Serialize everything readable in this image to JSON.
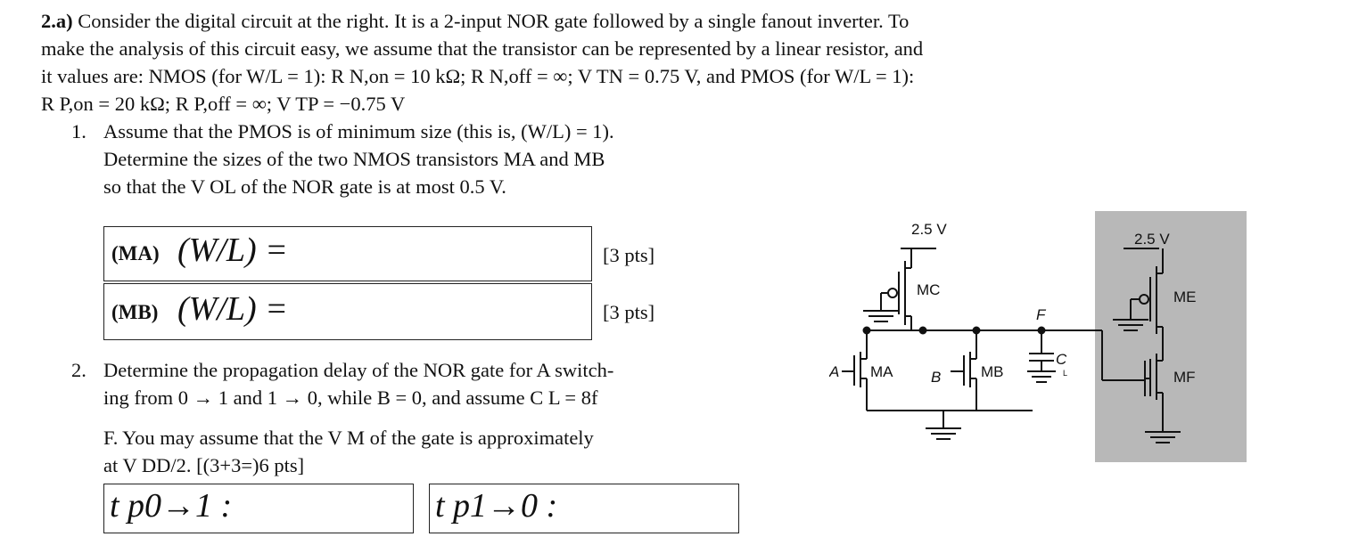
{
  "problem": {
    "label": "2.a)",
    "intro_line1": "Consider the digital circuit at the right. It is a 2-input NOR gate followed by a single fanout inverter. To",
    "intro_line2": "make the analysis of this circuit easy, we assume that the transistor can be represented by a linear resistor, and",
    "intro_line3": "it values are: NMOS (for W/L = 1): R N,on = 10 kΩ; R N,off = ∞; V TN = 0.75 V, and PMOS (for W/L = 1):",
    "intro_line4": "R P,on = 20 kΩ; R P,off = ∞; V TP = −0.75 V"
  },
  "item1": {
    "number": "1.",
    "line1": "Assume that the PMOS is of minimum size (this is, (W/L) = 1).",
    "line2": "Determine the sizes of the two NMOS transistors MA and MB",
    "line3": "so that the V OL of the NOR gate is at most 0.5 V."
  },
  "answers1": [
    {
      "tag": "(MA)",
      "expr": "(W/L) =",
      "pts": "[3 pts]"
    },
    {
      "tag": "(MB)",
      "expr": "(W/L) =",
      "pts": "[3 pts]"
    }
  ],
  "item2": {
    "number": "2.",
    "line1": "Determine the propagation delay of the NOR gate for A switch-",
    "line2": "ing from 0 → 1 and 1 → 0, while B = 0, and assume C L = 8f",
    "line3": "F. You may assume that the V M of the gate is approximately",
    "line4": "at V DD/2. [(3+3=)6 pts]"
  },
  "answers2": [
    {
      "expr": "t p0→1 :"
    },
    {
      "expr": "t p1→0 :"
    }
  ],
  "circuit": {
    "vdd_left": "2.5 V",
    "vdd_right": "2.5 V",
    "labels": [
      "MC",
      "MA",
      "MB",
      "ME",
      "MF"
    ],
    "node_f": "F",
    "input_a": "A",
    "input_b": "B",
    "cap": "C",
    "cap_sub": "L"
  }
}
